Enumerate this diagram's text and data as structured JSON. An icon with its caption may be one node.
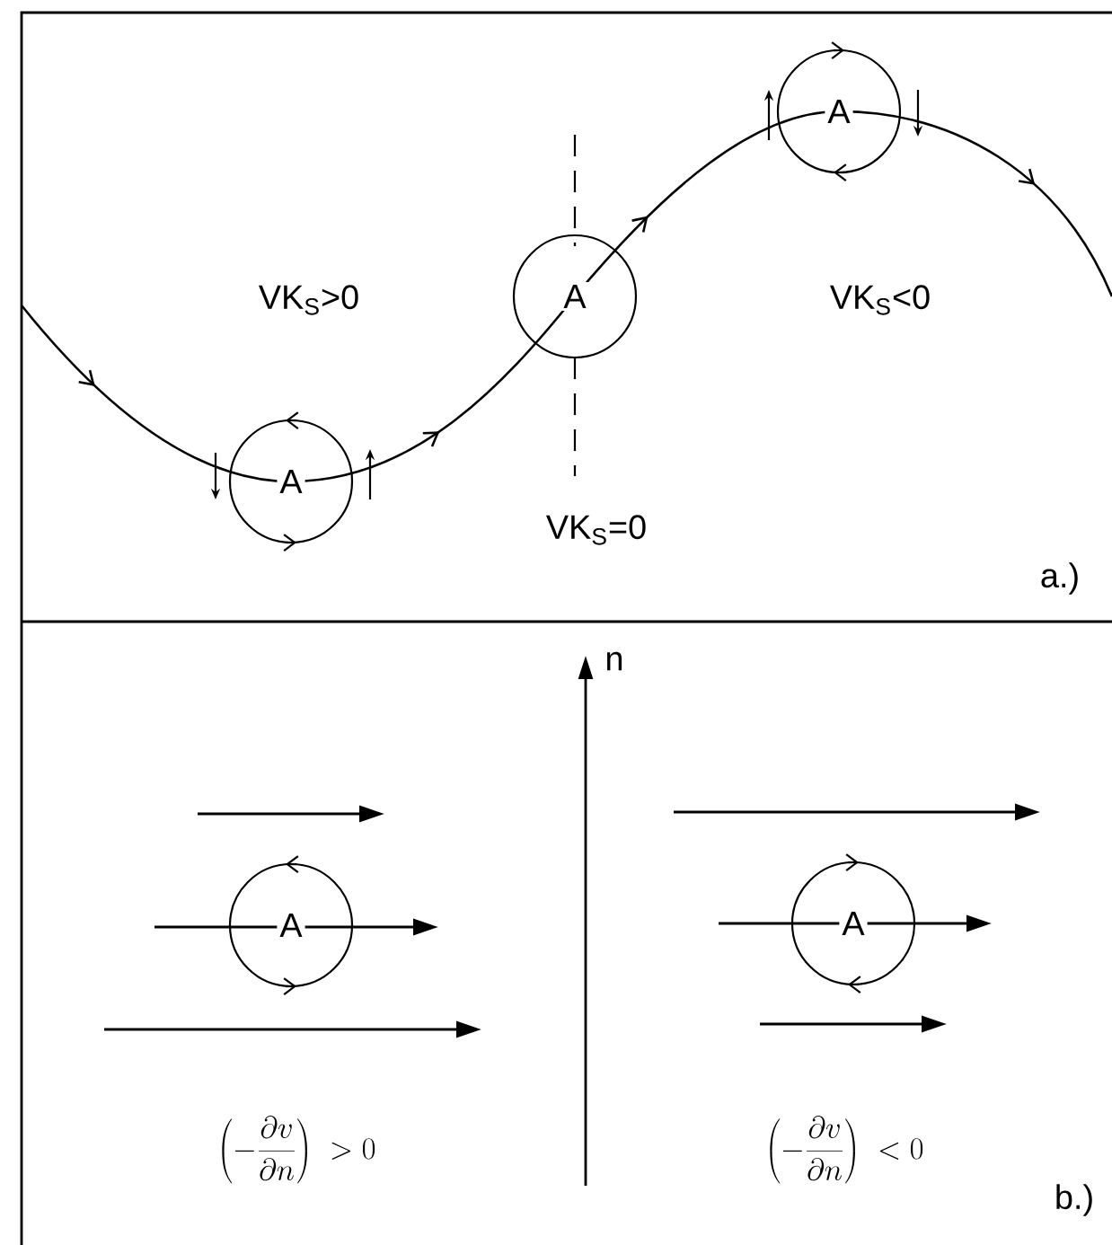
{
  "diagram": {
    "nodes": [
      {
        "text": [
          "A"
        ]
      },
      {
        "text": [
          "A"
        ]
      },
      {
        "text": [
          "A"
        ]
      },
      {
        "text": [
          "A"
        ]
      },
      {
        "text": [
          "A"
        ]
      }
    ],
    "labels": [
      "VK$_{S}$>0",
      "VK$_{S}$<0",
      "VK$_{S}$=0",
      "a.)",
      "n",
      "\\left(-\\frac{\\partial v}{\\partial n}\\right)\\;>0",
      "\\left(-\\frac{\\partial v}{\\partial n}\\right)\\;<0",
      "b.)"
    ]
  }
}
